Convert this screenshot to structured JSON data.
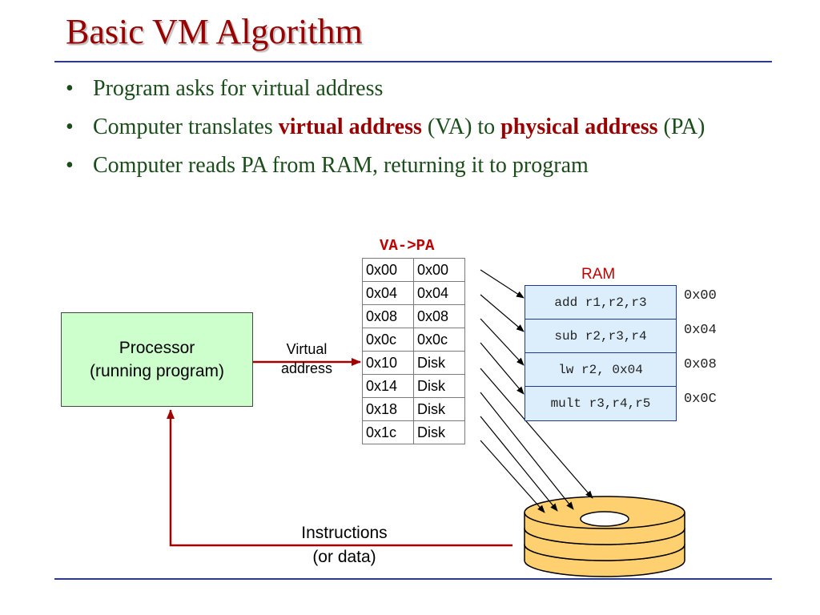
{
  "title": "Basic VM Algorithm",
  "bullets": {
    "b1": "Program asks for virtual address",
    "b2": {
      "t1": "Computer translates ",
      "e1": "virtual address",
      "t2": " (VA) to ",
      "e2": "physical address",
      "t3": " (PA)"
    },
    "b3": "Computer reads PA from RAM, returning it to program"
  },
  "page_table": {
    "title": "VA->PA",
    "rows": [
      {
        "va": "0x00",
        "pa": "0x00"
      },
      {
        "va": "0x04",
        "pa": "0x04"
      },
      {
        "va": "0x08",
        "pa": "0x08"
      },
      {
        "va": "0x0c",
        "pa": "0x0c"
      },
      {
        "va": "0x10",
        "pa": "Disk"
      },
      {
        "va": "0x14",
        "pa": "Disk"
      },
      {
        "va": "0x18",
        "pa": "Disk"
      },
      {
        "va": "0x1c",
        "pa": "Disk"
      }
    ]
  },
  "processor": {
    "line1": "Processor",
    "line2": "(running program)"
  },
  "virtual_address_label": {
    "line1": "Virtual",
    "line2": "address"
  },
  "ram": {
    "title": "RAM",
    "cells": [
      "add r1,r2,r3",
      "sub r2,r3,r4",
      "lw r2, 0x04",
      "mult r3,r4,r5"
    ],
    "addresses": [
      "0x00",
      "0x04",
      "0x08",
      "0x0C"
    ]
  },
  "instructions_label": {
    "line1": "Instructions",
    "line2": "(or data)"
  },
  "colors": {
    "title": "#990000",
    "bullet_text": "#1a4d1a",
    "arrow": "#a00000",
    "processor_fill": "#ccffcc",
    "ram_fill": "#dceefc",
    "disk_fill": "#ffd070",
    "rule": "#2b3a8f"
  }
}
